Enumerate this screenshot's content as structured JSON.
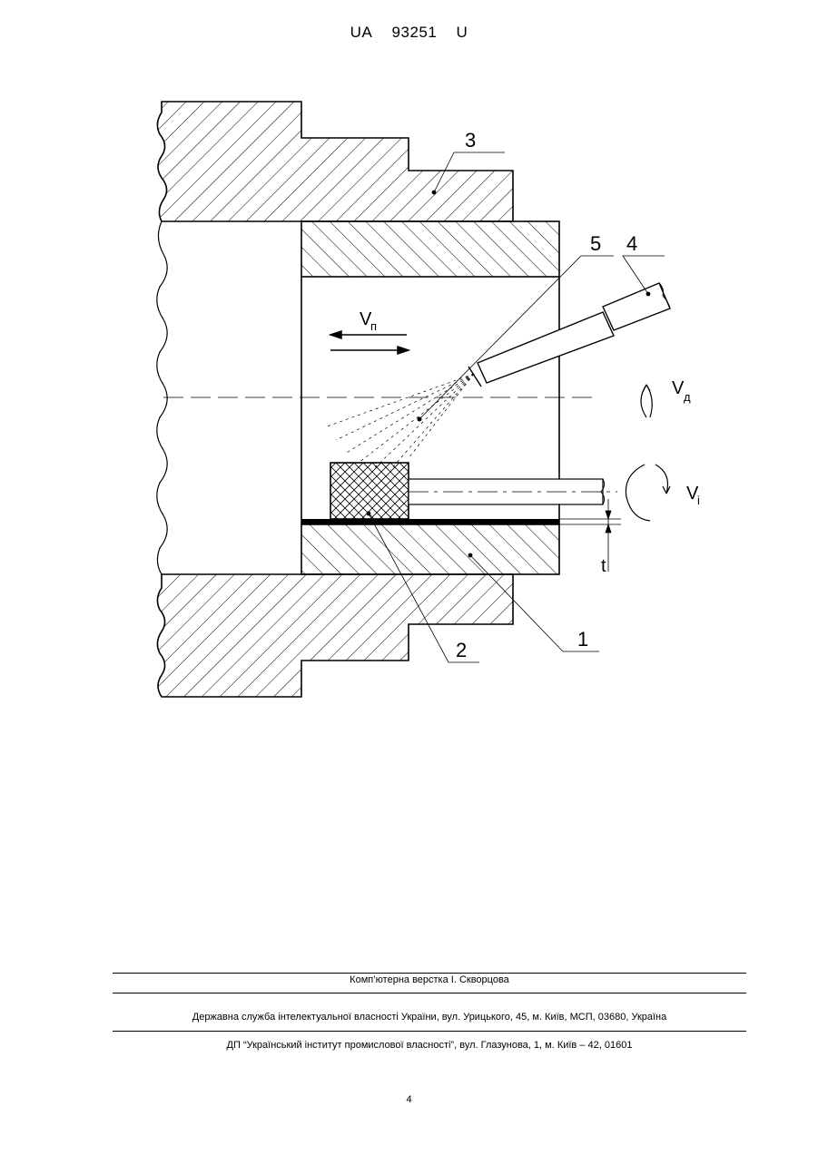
{
  "header": {
    "country": "UA",
    "number": "93251",
    "kind": "U"
  },
  "figure": {
    "labels": {
      "part1": "1",
      "part2": "2",
      "part3": "3",
      "part4": "4",
      "part5": "5",
      "feed_velocity": "V",
      "feed_velocity_sub": "п",
      "workpiece_velocity": "V",
      "workpiece_velocity_sub": "д",
      "tool_velocity": "V",
      "tool_velocity_sub": "і",
      "depth": "t"
    }
  },
  "footer": {
    "layout_credit": "Комп’ютерна верстка І. Скворцова",
    "service": "Державна служба інтелектуальної власності України, вул. Урицького, 45, м. Київ, МСП, 03680, Україна",
    "institute": "ДП “Український інститут промислової власності”, вул. Глазунова, 1, м. Київ – 42, 01601"
  },
  "page_number": "4"
}
